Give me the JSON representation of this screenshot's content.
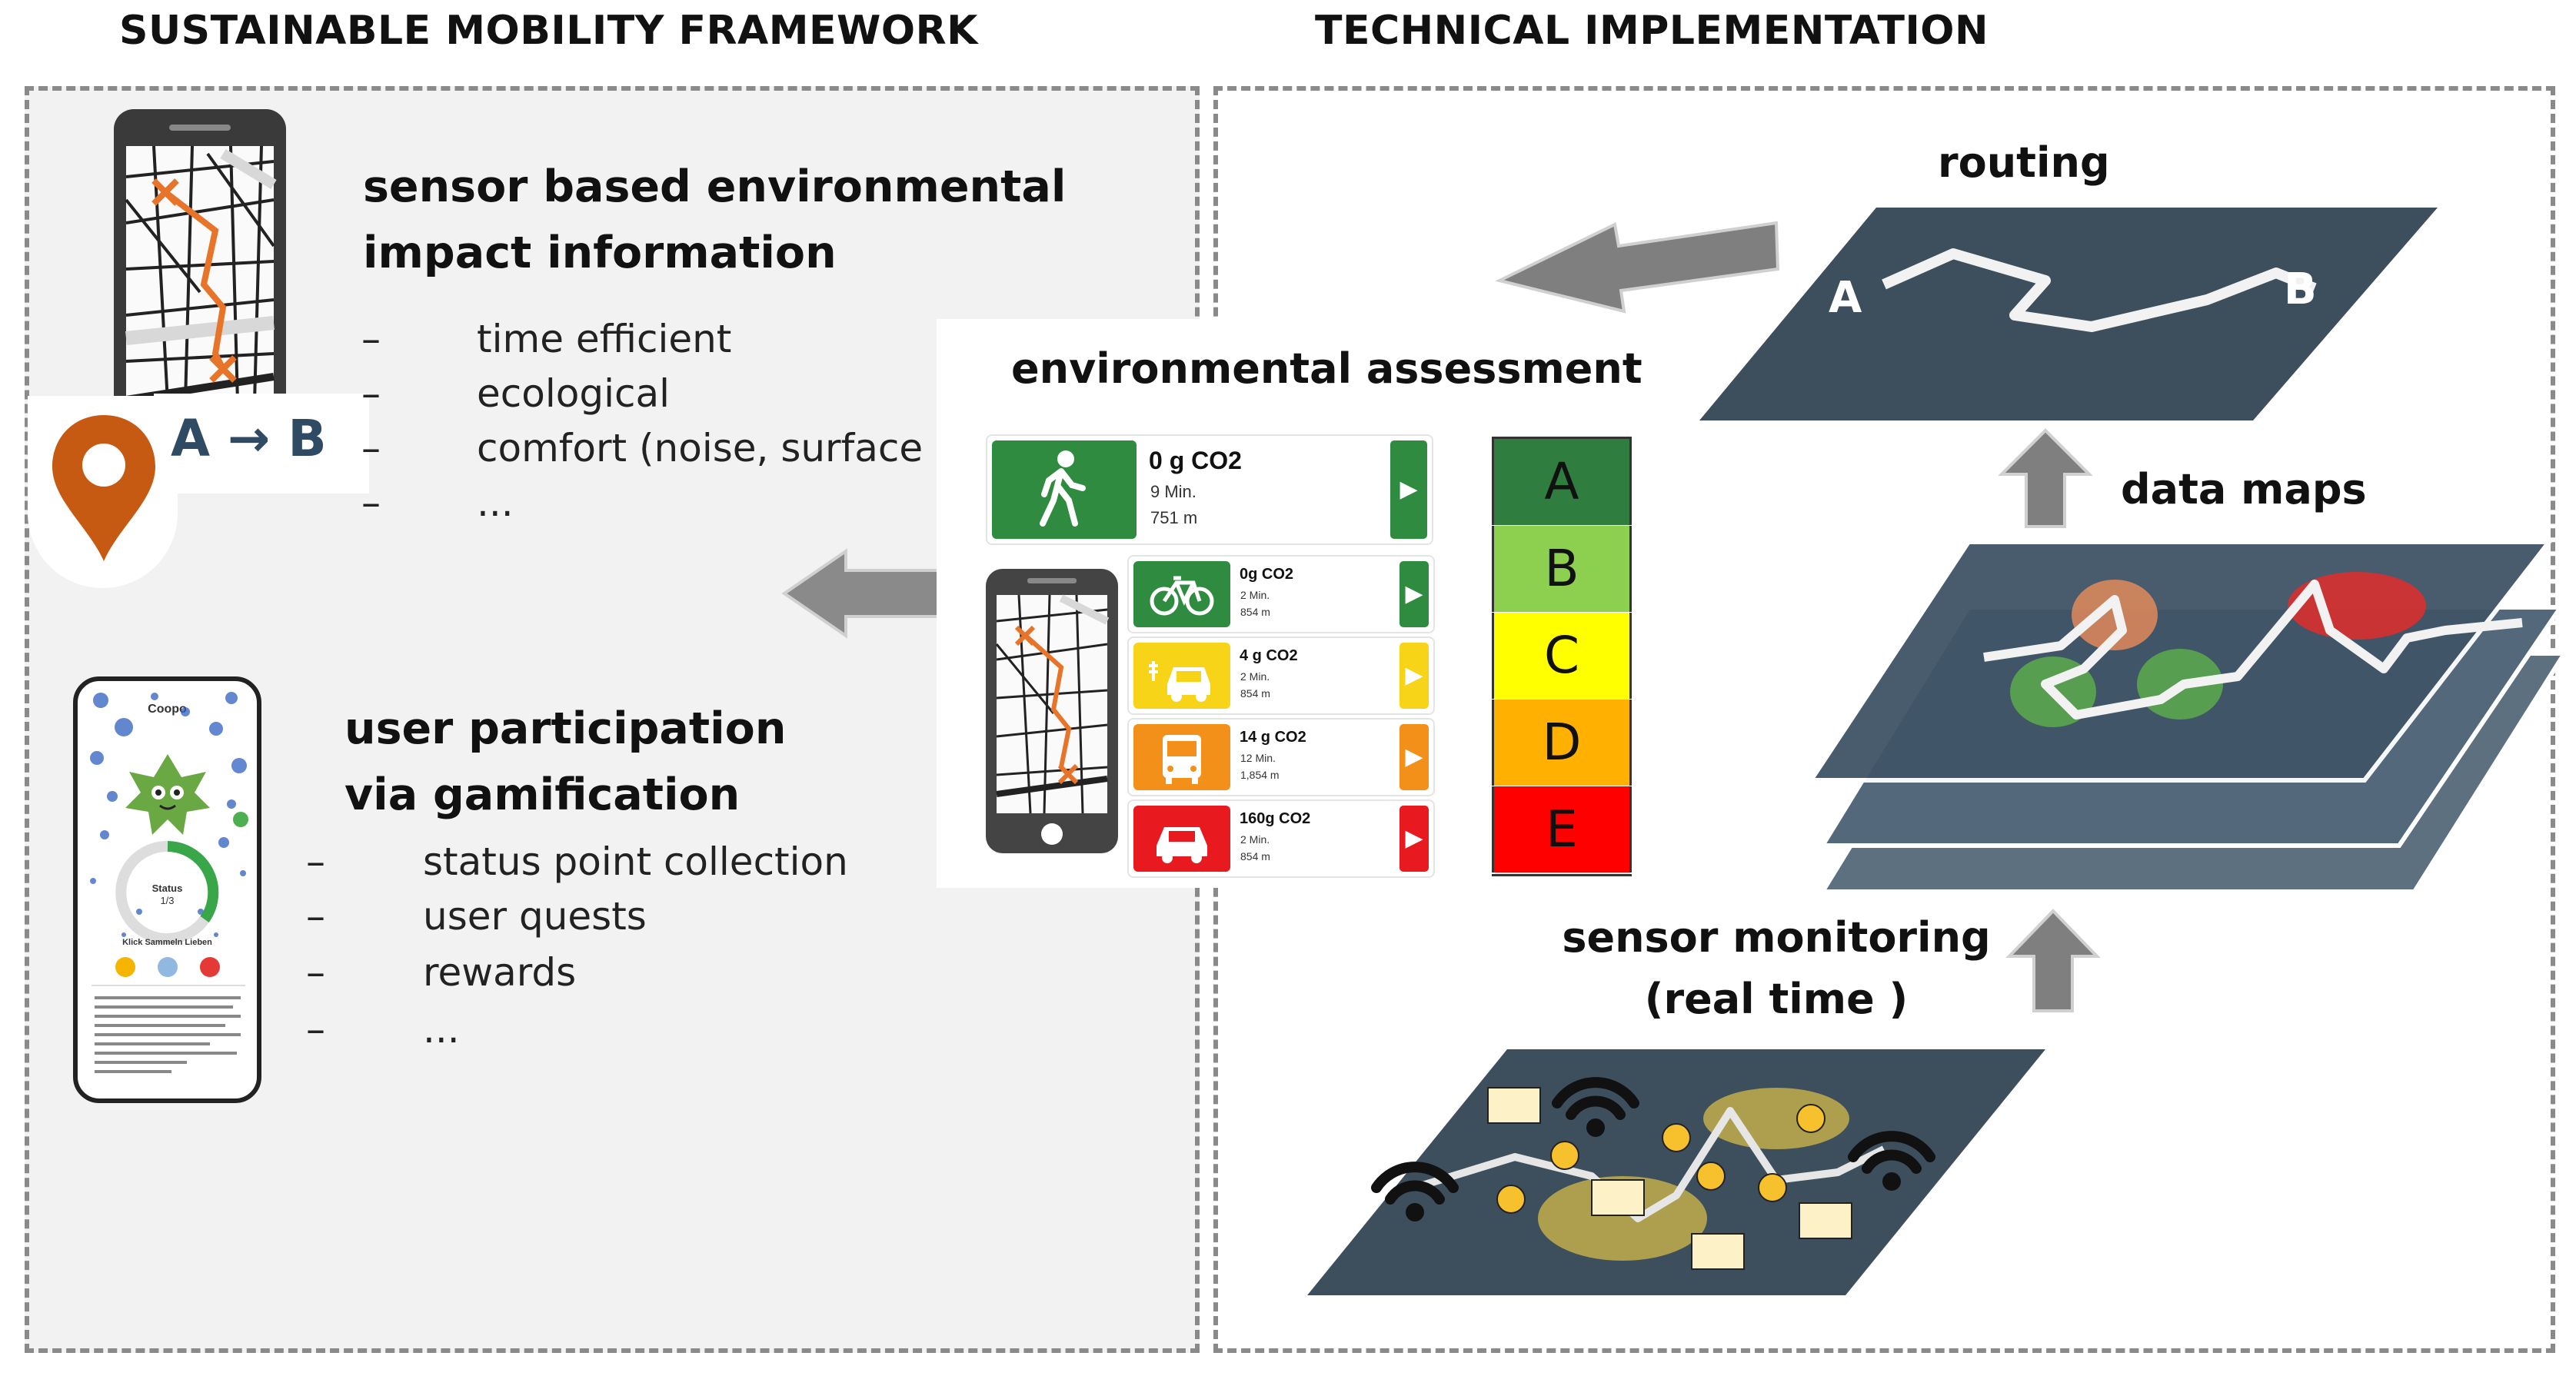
{
  "headers": {
    "left": "SUSTAINABLE MOBILITY FRAMEWORK",
    "right": "TECHNICAL IMPLEMENTATION"
  },
  "framework": {
    "sensor_info": {
      "title_line1": "sensor based environmental",
      "title_line2": "impact information",
      "bullets": [
        "time efficient",
        "ecological",
        "comfort (noise, surface ...)",
        "..."
      ],
      "route_badge": "A → B"
    },
    "gamification": {
      "title_line1": "user participation",
      "title_line2": "via gamification",
      "bullets": [
        "status point collection",
        "user quests",
        "rewards",
        "..."
      ]
    },
    "dash": "–"
  },
  "assessment": {
    "title": "environmental assessment",
    "primary": {
      "co2": "0 g CO2",
      "time": "9 Min.",
      "dist": "751 m",
      "icon": "walking-icon",
      "color": "#2e8b3f"
    },
    "options": [
      {
        "co2": "0g CO2",
        "time": "2 Min.",
        "dist": "854 m",
        "icon": "bicycle-icon",
        "color": "#2e8b3f"
      },
      {
        "co2": "4 g CO2",
        "time": "2 Min.",
        "dist": "854 m",
        "icon": "electric-car-icon",
        "color": "#f7d417"
      },
      {
        "co2": "14 g CO2",
        "time": "12 Min.",
        "dist": "1,854 m",
        "icon": "bus-icon",
        "color": "#f39019"
      },
      {
        "co2": "160g CO2",
        "time": "2 Min.",
        "dist": "854 m",
        "icon": "car-icon",
        "color": "#e8191f"
      }
    ],
    "grades": [
      {
        "label": "A",
        "color": "#2f7d3f"
      },
      {
        "label": "B",
        "color": "#8dd04f"
      },
      {
        "label": "C",
        "color": "#ffff00"
      },
      {
        "label": "D",
        "color": "#ffb000"
      },
      {
        "label": "E",
        "color": "#ff0000"
      }
    ]
  },
  "technical": {
    "routing": {
      "label": "routing",
      "start": "A",
      "end": "B"
    },
    "data_maps": {
      "label": "data maps"
    },
    "sensor_monitoring": {
      "label_line1": "sensor monitoring",
      "label_line2": "(real time )"
    }
  },
  "app_screen": {
    "title": "Coopo",
    "status": "Status",
    "level": "1/3",
    "caption": "Klick Sammeln Lieben"
  }
}
